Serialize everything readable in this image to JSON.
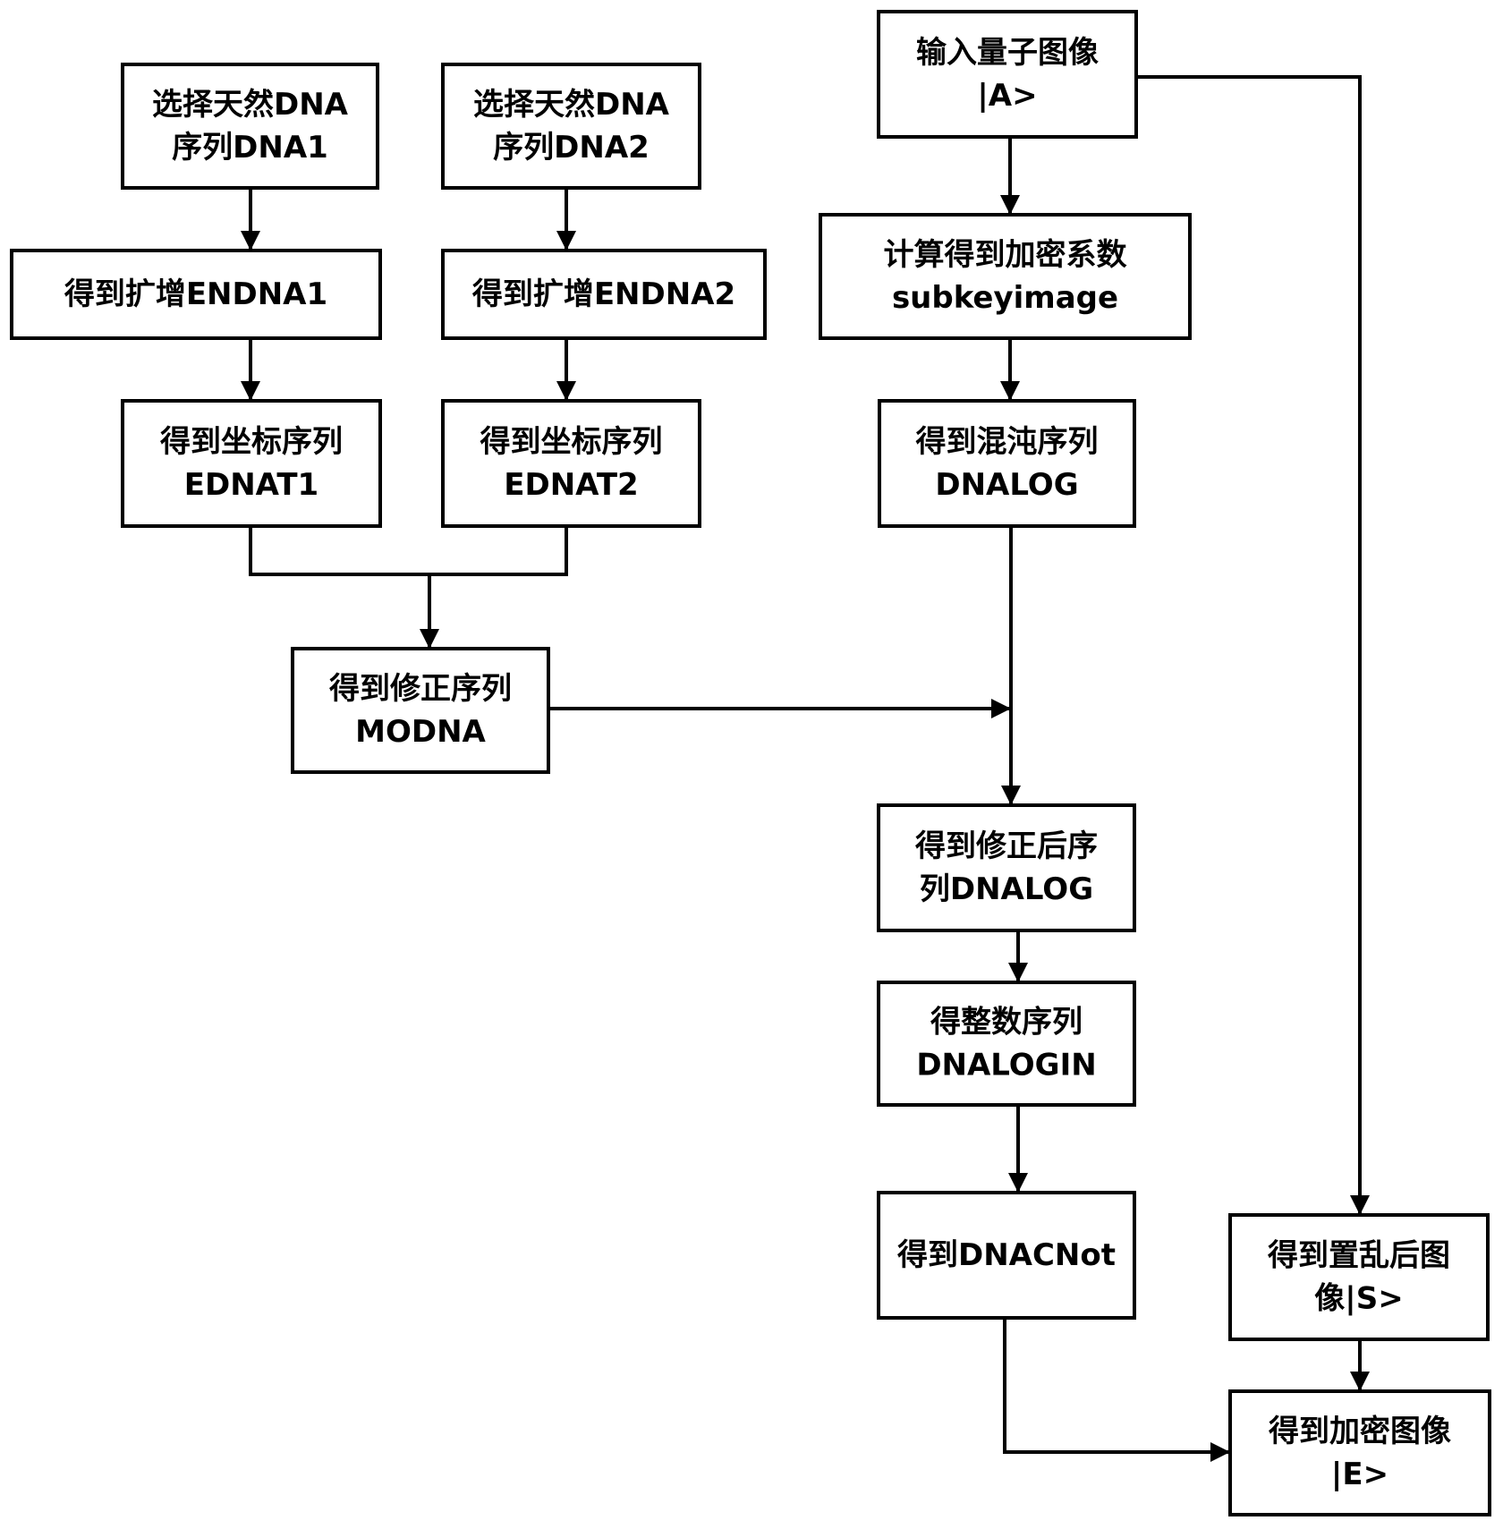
{
  "diagram": {
    "type": "flowchart",
    "nodes": [
      {
        "id": "dna1",
        "lines": [
          "选择天然DNA",
          "序列DNA1"
        ]
      },
      {
        "id": "dna2",
        "lines": [
          "选择天然DNA",
          "序列DNA2"
        ]
      },
      {
        "id": "input",
        "lines": [
          "输入量子图像",
          "|A>"
        ]
      },
      {
        "id": "endna1",
        "lines": [
          "得到扩增ENDNA1"
        ]
      },
      {
        "id": "endna2",
        "lines": [
          "得到扩增ENDNA2"
        ]
      },
      {
        "id": "subkey",
        "lines": [
          "计算得到加密系数",
          "subkeyimage"
        ]
      },
      {
        "id": "ednat1",
        "lines": [
          "得到坐标序列",
          "EDNAT1"
        ]
      },
      {
        "id": "ednat2",
        "lines": [
          "得到坐标序列",
          "EDNAT2"
        ]
      },
      {
        "id": "dnalog",
        "lines": [
          "得到混沌序列",
          "DNALOG"
        ]
      },
      {
        "id": "modna",
        "lines": [
          "得到修正序列",
          "MODNA"
        ]
      },
      {
        "id": "dnalog_mod",
        "lines": [
          "得到修正后序",
          "列DNALOG"
        ]
      },
      {
        "id": "dnalogin",
        "lines": [
          "得整数序列",
          "DNALOGIN"
        ]
      },
      {
        "id": "dnacnot",
        "lines": [
          "得到DNACNot"
        ]
      },
      {
        "id": "scrambled",
        "lines": [
          "得到置乱后图",
          "像|S>"
        ]
      },
      {
        "id": "encrypted",
        "lines": [
          "得到加密图像",
          "|E>"
        ]
      }
    ],
    "edges": [
      {
        "from": "dna1",
        "to": "endna1"
      },
      {
        "from": "dna2",
        "to": "endna2"
      },
      {
        "from": "input",
        "to": "subkey"
      },
      {
        "from": "input",
        "to": "scrambled"
      },
      {
        "from": "endna1",
        "to": "ednat1"
      },
      {
        "from": "endna2",
        "to": "ednat2"
      },
      {
        "from": "subkey",
        "to": "dnalog"
      },
      {
        "from": "ednat1",
        "to": "modna"
      },
      {
        "from": "ednat2",
        "to": "modna"
      },
      {
        "from": "dnalog",
        "to": "dnalog_mod"
      },
      {
        "from": "modna",
        "to": "dnalog_mod"
      },
      {
        "from": "dnalog_mod",
        "to": "dnalogin"
      },
      {
        "from": "dnalogin",
        "to": "dnacnot"
      },
      {
        "from": "dnacnot",
        "to": "encrypted"
      },
      {
        "from": "scrambled",
        "to": "encrypted"
      }
    ]
  }
}
